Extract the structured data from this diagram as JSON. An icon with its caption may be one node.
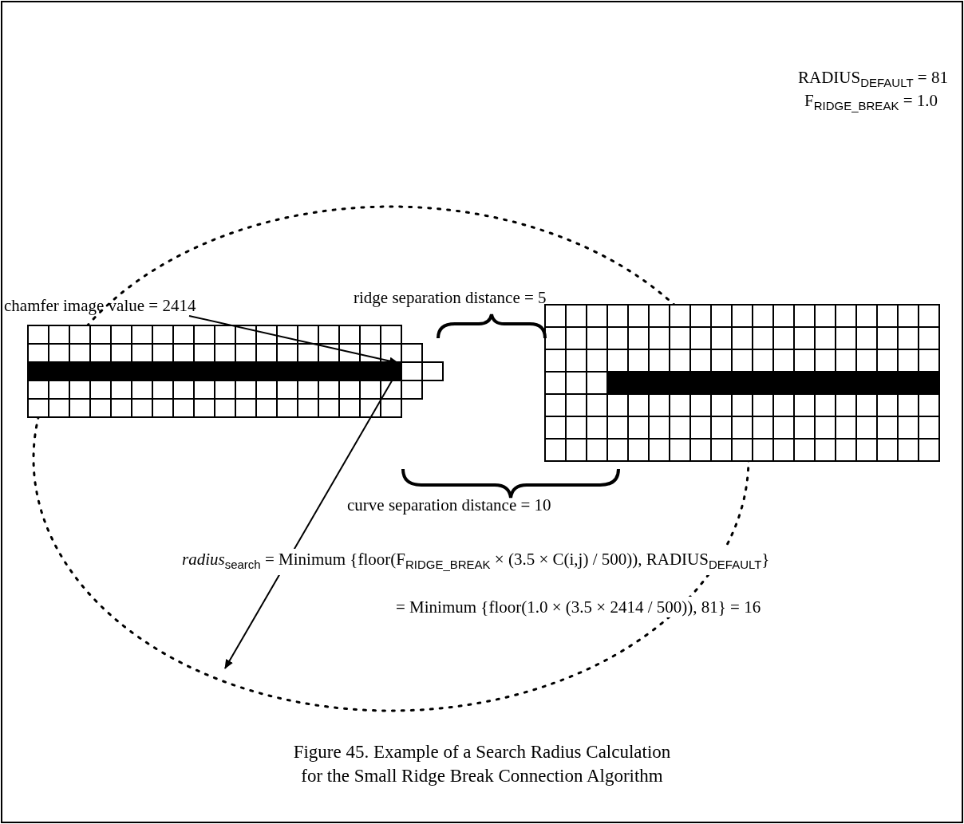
{
  "diagram": {
    "caption": "Figure 45. Example of a Search Radius Calculation for the Small Ridge Break Connection Algorithm",
    "nodes": [
      {
        "text": [
          "chamfer image value = 2414"
        ]
      },
      {
        "text": [],
        "shape": "box"
      }
    ],
    "edges": [
      {
        "from": 0,
        "to": 1,
        "arrow": "to"
      }
    ],
    "labels": [
      "RADIUS$_{DEFAULT}$ = 81",
      "F$_{RIDGE_BREAK}$ = 1.0",
      "ridge separation distance = 5",
      "curve separation distance = 10",
      "*radius*$_{search}$ = Minimum {floor(F$_{RIDGE_BREAK}$ × (3.5 × C(i,j) / 500)), RADIUS$_{DEFAULT}$}",
      "= Minimum {floor(1.0 × (3.5 × 2414 / 500)), 81} = 16"
    ]
  }
}
